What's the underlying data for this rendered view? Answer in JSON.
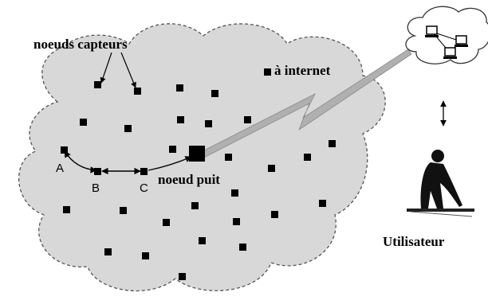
{
  "labels": {
    "sensor_nodes": "noeuds capteurs",
    "internet": "à internet",
    "sink_node": "noeud puit",
    "user": "Utilisateur",
    "node_a": "A",
    "node_b": "B",
    "node_c": "C"
  },
  "colors": {
    "cloud_fill": "#d8d8d8",
    "node": "#000000",
    "link": "#b0b0b0"
  },
  "icons": {
    "network_cloud": "computer-network-icon",
    "user": "person-at-desk-icon"
  }
}
